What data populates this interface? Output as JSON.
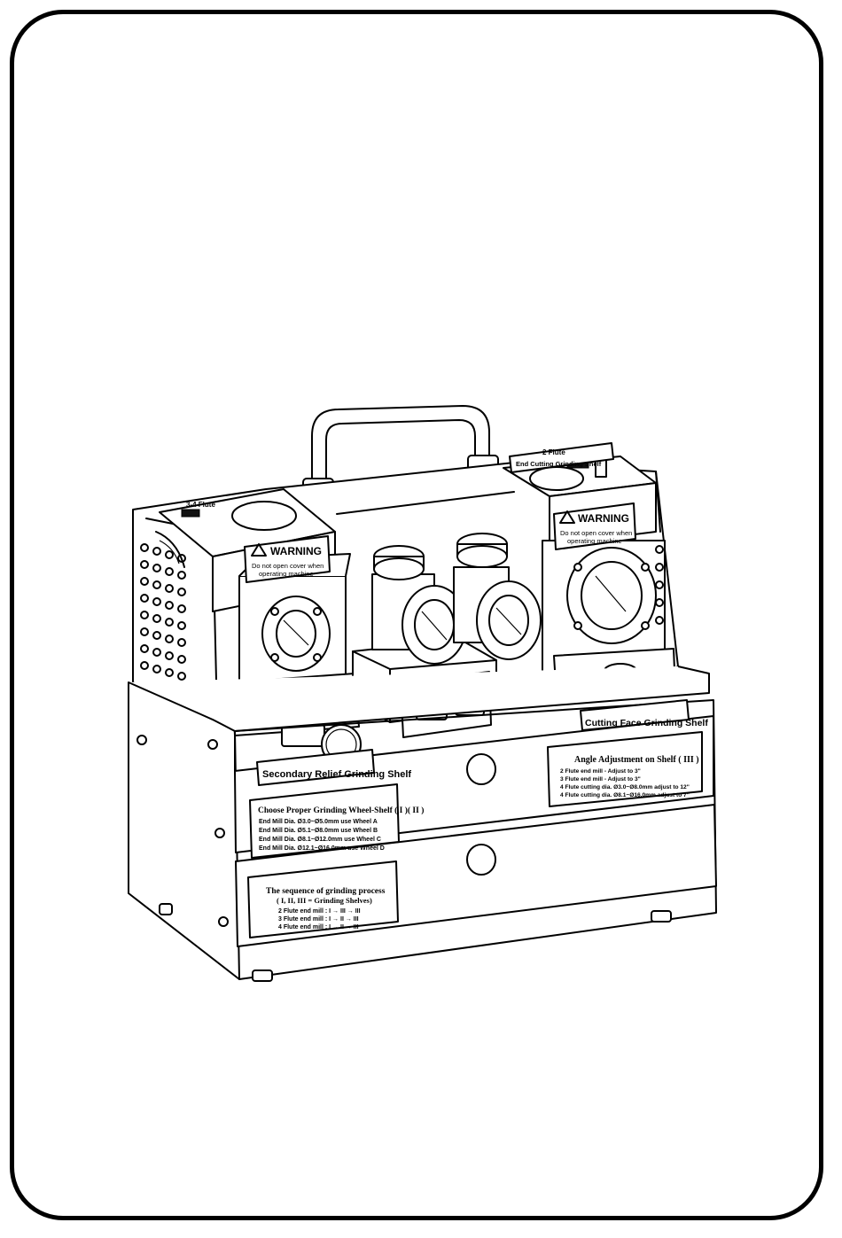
{
  "warning_left": {
    "title": "WARNING",
    "line1": "Do not open cover when",
    "line2": "operating machine"
  },
  "warning_right": {
    "title": "WARNING",
    "line1": "Do not open cover when",
    "line2": "operating machine"
  },
  "top_right_label": {
    "line1": "2 Flute",
    "line2": "End Cutting Grinding Shelf"
  },
  "top_left_label": {
    "line1": "3-4 Flute"
  },
  "shelf_labels": {
    "secondary_relief": "Secondary Relief Grinding Shelf",
    "cutting_face": "Cutting Face Grinding Shelf"
  },
  "angle_panel": {
    "title": "Angle Adjustment on Shelf ( III )",
    "lines": [
      "2 Flute end mill - Adjust to 3\"",
      "3 Flute end mill - Adjust to 3\"",
      "4 Flute cutting dia. Ø3.0~Ø8.0mm adjust to 12\"",
      "4 Flute cutting dia. Ø8.1~Ø16.0mm adjust to 7\""
    ]
  },
  "wheel_panel": {
    "title": "Choose Proper Grinding Wheel-Shelf ( I )( II )",
    "lines": [
      "End Mill Dia. Ø3.0~Ø5.0mm use Wheel A",
      "End Mill Dia. Ø5.1~Ø8.0mm use Wheel B",
      "End Mill Dia. Ø8.1~Ø12.0mm use Wheel C",
      "End Mill Dia. Ø12.1~Ø16.0mm use Wheel D"
    ]
  },
  "sequence_panel": {
    "title": "The sequence of grinding process",
    "subtitle": "( I, II, III = Grinding Shelves)",
    "lines": [
      "2 Flute end mill : I → III → III",
      "3 Flute end mill : I → II → III",
      "4 Flute end mill : I → II → III"
    ]
  },
  "switch_glyph": "—"
}
